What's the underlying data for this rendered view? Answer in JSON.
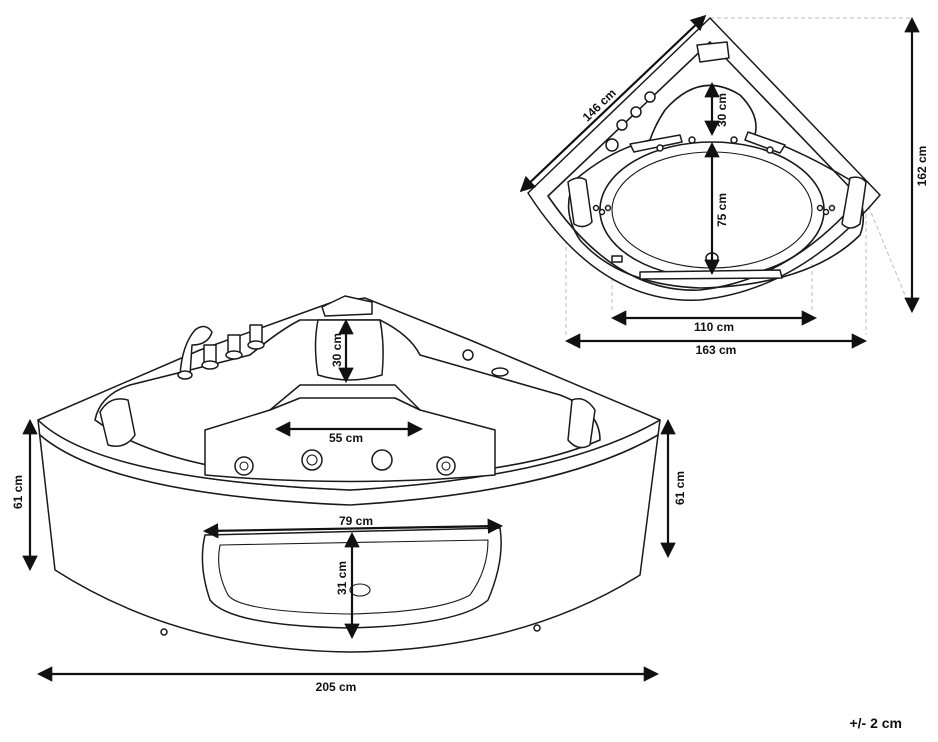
{
  "dimensions": {
    "top_view": {
      "diagonal": "146 cm",
      "height": "162 cm",
      "headrest_depth": "30 cm",
      "basin_depth": "75 cm",
      "basin_width": "110 cm",
      "total_width": "163 cm"
    },
    "perspective_view": {
      "headrest_depth": "30 cm",
      "seat_width": "55 cm",
      "height_left": "61 cm",
      "height_right": "61 cm",
      "window_width": "79 cm",
      "window_height": "31 cm",
      "total_width": "205 cm"
    }
  },
  "tolerance": "+/- 2 cm"
}
